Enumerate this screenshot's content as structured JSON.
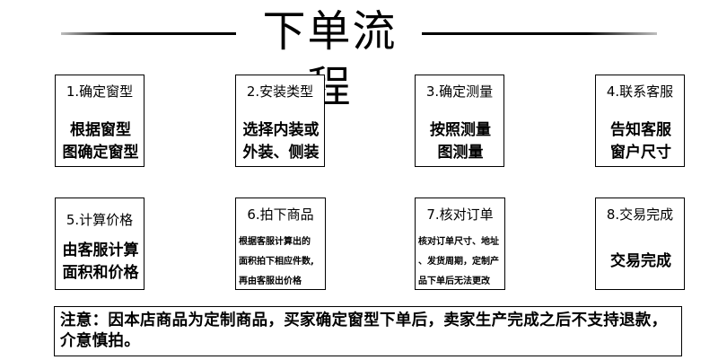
{
  "header": {
    "title": "下单流程"
  },
  "steps": [
    {
      "label": "1.确定窗型",
      "lines": [
        "根据窗型",
        "图确定窗型"
      ]
    },
    {
      "label": "2.安装类型",
      "lines": [
        "选择内装或",
        "外装、侧装"
      ]
    },
    {
      "label": "3.确定测量",
      "lines": [
        "按照测量",
        "图测量"
      ]
    },
    {
      "label": "4.联系客服",
      "lines": [
        "告知客服",
        "窗户尺寸"
      ]
    },
    {
      "label": "5.计算价格",
      "lines": [
        "由客服计算",
        "面积和价格"
      ]
    },
    {
      "label": "6.拍下商品",
      "lines": [
        "根据客服计算出的",
        "面积拍下相应件数,",
        "再由客服出价格"
      ]
    },
    {
      "label": "7.核对订单",
      "lines": [
        "核对订单尺寸、地址",
        "、发货周期，定制产",
        "品下单后无法更改"
      ]
    },
    {
      "label": "8.交易完成",
      "lines": [
        "交易完成"
      ]
    }
  ],
  "notice": {
    "text": "注意：因本店商品为定制商品，买家确定窗型下单后，卖家生产完成之后不支持退款，介意慎拍。"
  }
}
